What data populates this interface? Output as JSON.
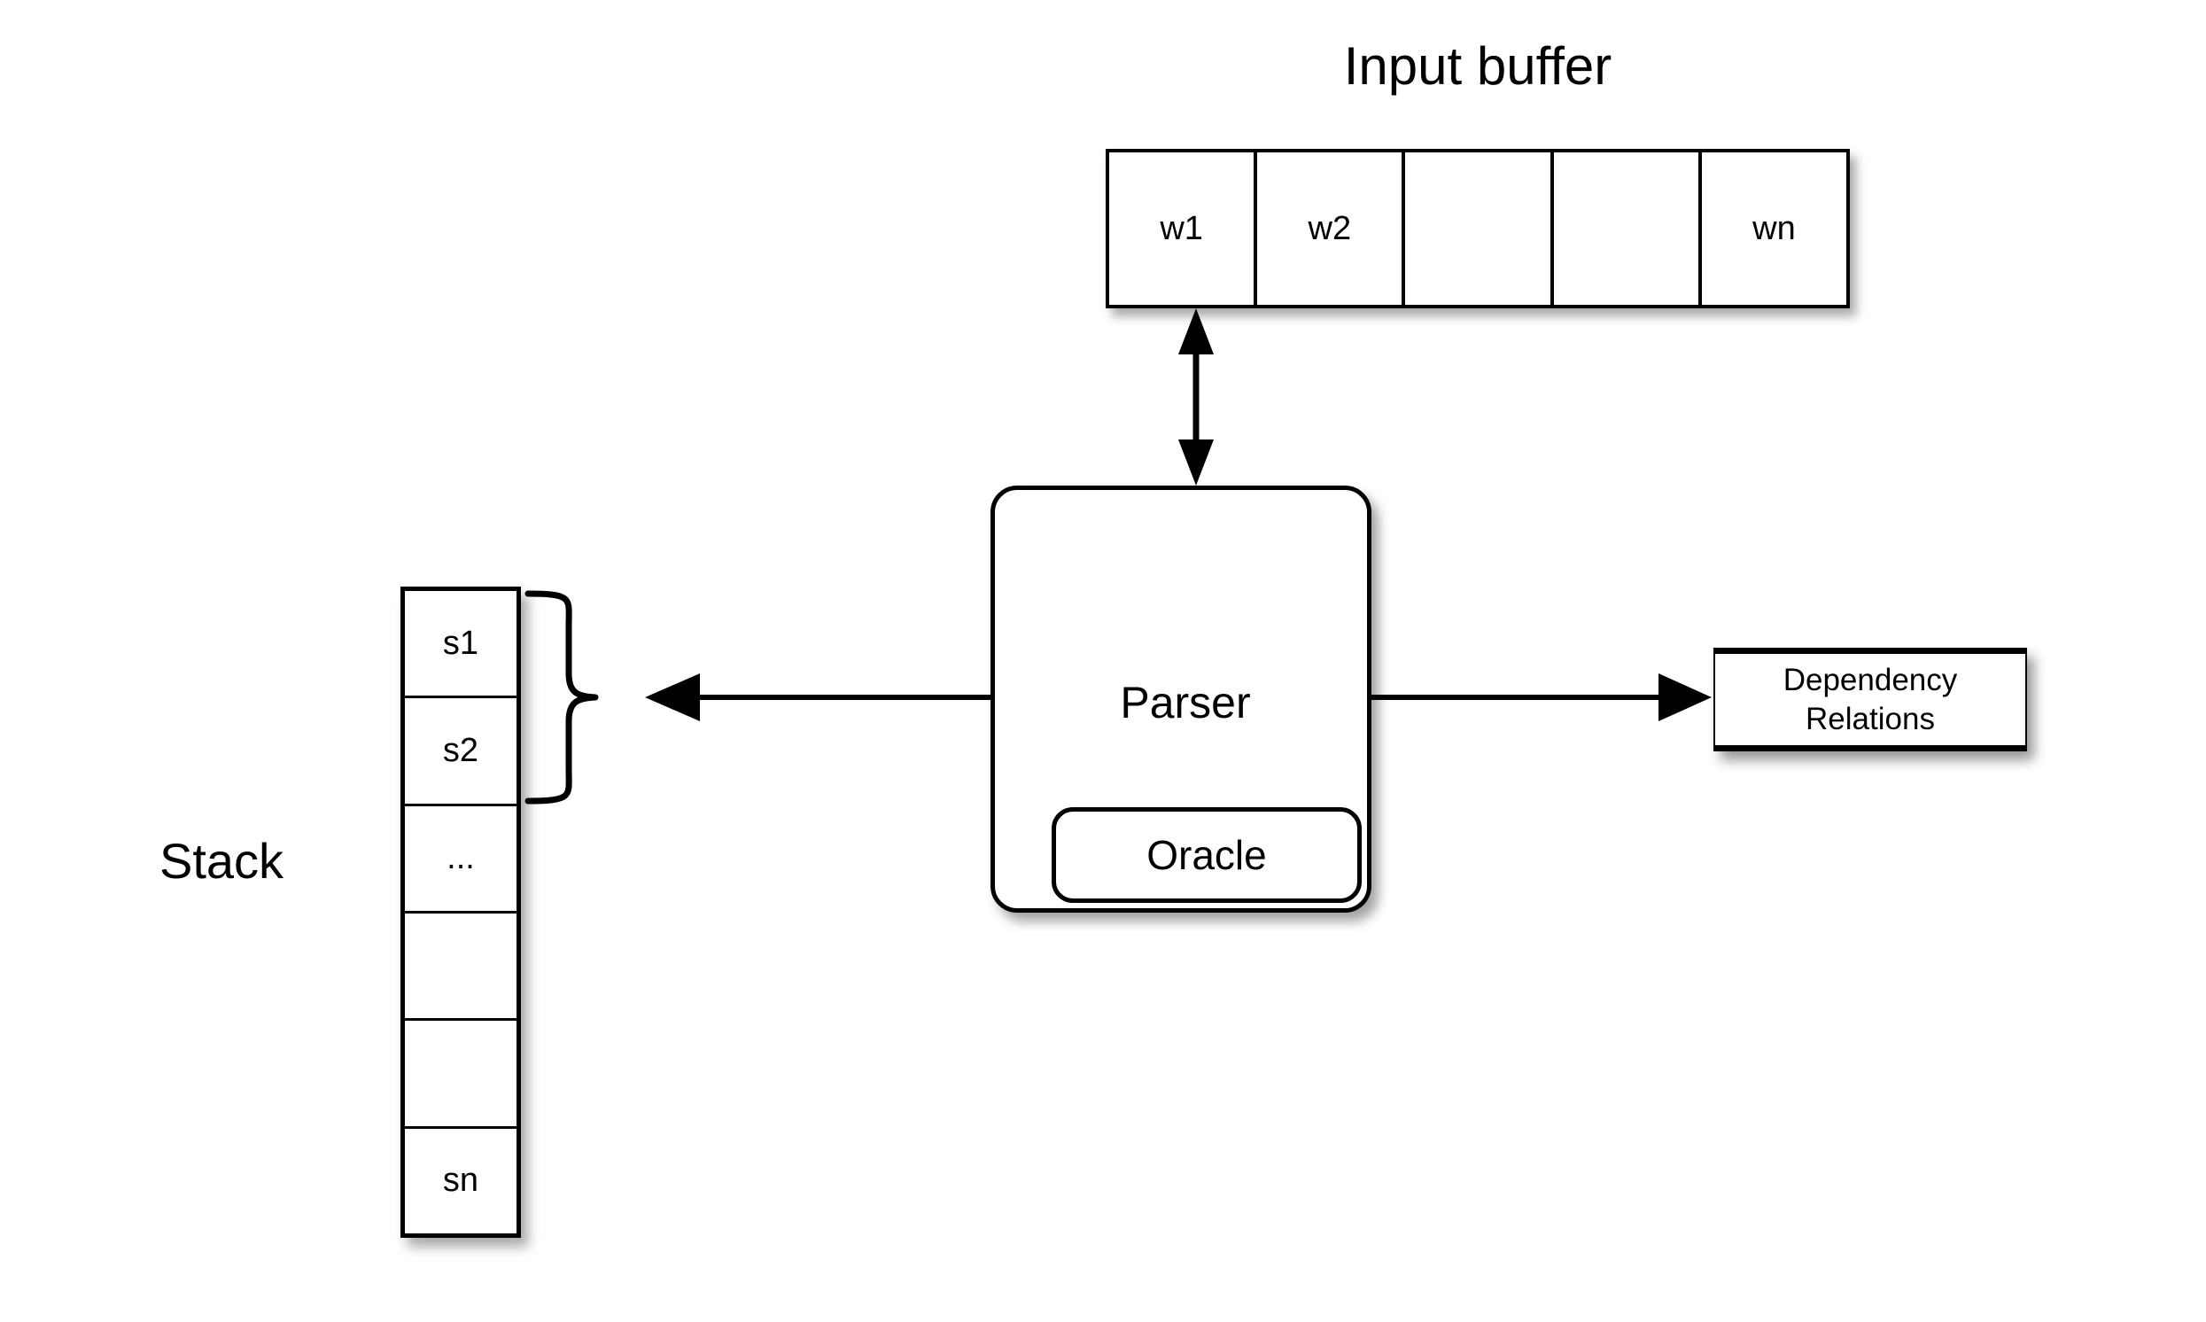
{
  "diagram": {
    "title_text": "Input buffer",
    "kind": "transition-based dependency parser architecture"
  },
  "input_buffer": {
    "title": "Input buffer",
    "cells": [
      {
        "label": "w1"
      },
      {
        "label": "w2"
      },
      {
        "label": ""
      },
      {
        "label": ""
      },
      {
        "label": "wn"
      }
    ]
  },
  "parser": {
    "label": "Parser",
    "oracle_label": "Oracle"
  },
  "dependency_relations": {
    "line1": "Dependency",
    "line2": "Relations"
  },
  "stack": {
    "label": "Stack",
    "cells": [
      {
        "label": "s1"
      },
      {
        "label": "s2"
      },
      {
        "label": "..."
      },
      {
        "label": ""
      },
      {
        "label": ""
      },
      {
        "label": "sn"
      }
    ]
  },
  "connections": [
    {
      "id": "buffer-parser",
      "from": "Parser",
      "to": "Input buffer",
      "style": "double-headed vertical arrow"
    },
    {
      "id": "parser-stack",
      "from": "Parser",
      "to": "Stack",
      "style": "single arrow pointing left into curly brace over s1 and s2"
    },
    {
      "id": "parser-dependency-relations",
      "from": "Parser",
      "to": "Dependency Relations",
      "style": "single arrow pointing right"
    }
  ],
  "colors": {
    "stroke": "#000000",
    "fill": "#ffffff",
    "background": "#ffffff"
  }
}
